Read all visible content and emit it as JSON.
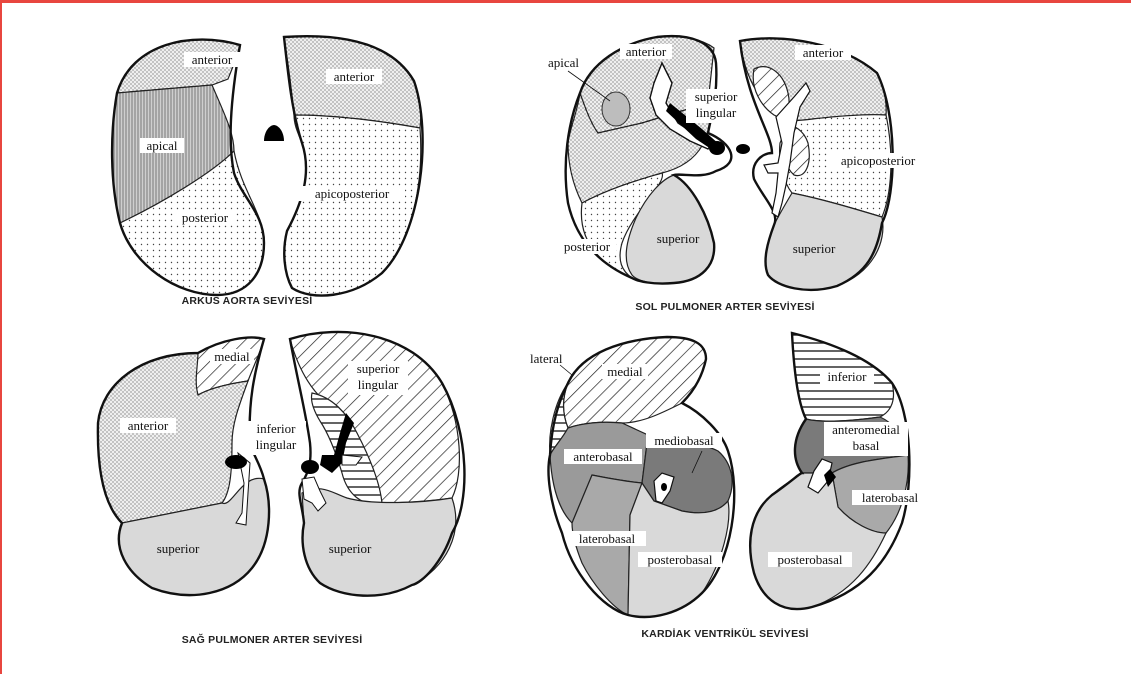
{
  "colors": {
    "frame": "#e8463f",
    "light_gray": "#d9d9d9",
    "mid_gray": "#a9a9a9",
    "dark_gray": "#7a7a7a"
  },
  "panels": [
    {
      "caption": "ARKUS AORTA SEVİYESİ",
      "labels": [
        "anterior",
        "apical",
        "posterior",
        "anterior",
        "apicoposterior"
      ]
    },
    {
      "caption": "SOL PULMONER ARTER SEVİYESİ",
      "labels": [
        "apical",
        "anterior",
        "superior",
        "lingular",
        "anterior",
        "apicoposterior",
        "posterior",
        "superior",
        "superior"
      ]
    },
    {
      "caption": "SAĞ PULMONER ARTER SEVİYESİ",
      "labels": [
        "medial",
        "anterior",
        "superior",
        "lingular",
        "inferior",
        "lingular",
        "superior",
        "superior"
      ]
    },
    {
      "caption": "KARDİAK VENTRİKÜL SEVİYESİ",
      "labels": [
        "lateral",
        "medial",
        "inferior",
        "mediobasal",
        "anterobasal",
        "anteromedial",
        "basal",
        "laterobasal",
        "laterobasal",
        "posterobasal",
        "posterobasal"
      ]
    }
  ]
}
